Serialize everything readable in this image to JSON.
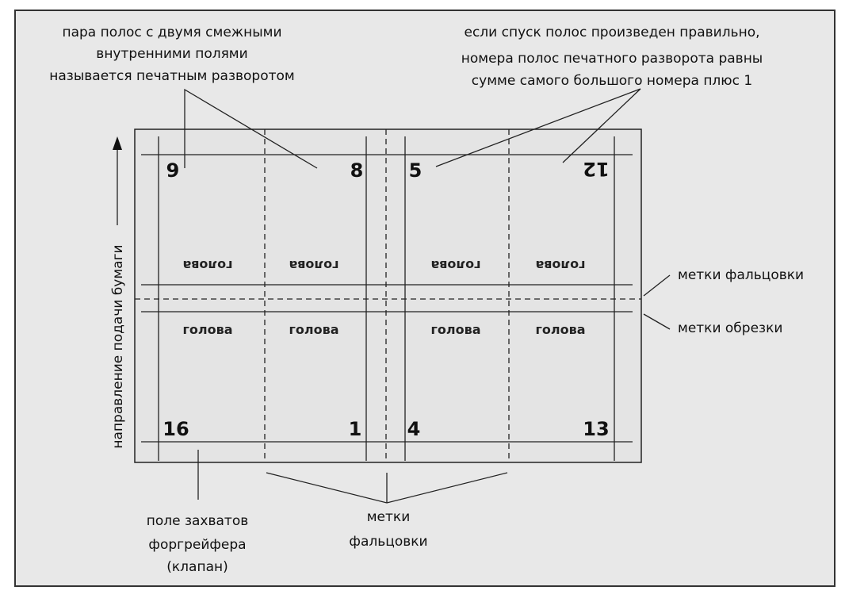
{
  "labels": {
    "spread_line1": "пара полос с двумя смежными",
    "spread_line2": "внутренними  полями",
    "spread_line3": "называется печатным разворотом",
    "rule_line1": "если спуск полос произведен правильно,",
    "rule_line2": "номера полос печатного разворота равны",
    "rule_line3": "сумме самого большого номера плюс 1",
    "fold_marks_right": "метки фальцовки",
    "trim_marks_right": "метки обрезки",
    "paper_feed": "направление подачи бумаги",
    "gripper_line1": "поле захватов",
    "gripper_line2": "форгрейфера",
    "gripper_line3": "(клапан)",
    "fold_bottom_line1": "метки",
    "fold_bottom_line2": "фальцовки"
  },
  "pages": {
    "p9": "9",
    "p8": "8",
    "p5": "5",
    "p12": "12",
    "p16": "16",
    "p1": "1",
    "p4": "4",
    "p13": "13"
  },
  "head_label": "голова"
}
